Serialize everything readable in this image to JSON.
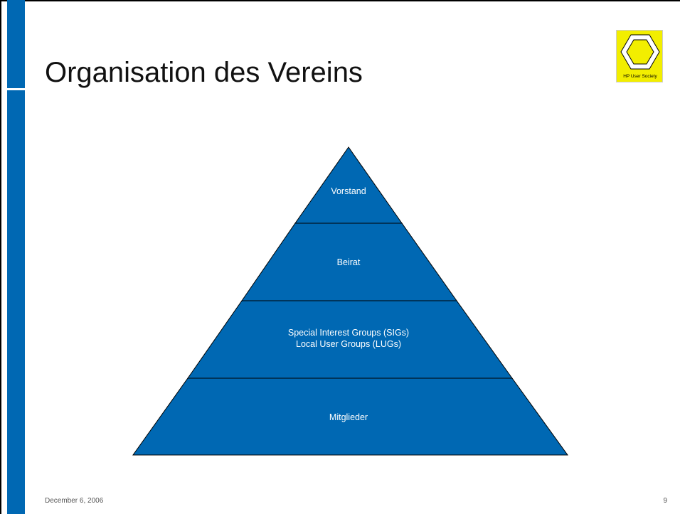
{
  "slide": {
    "title": "Organisation des Vereins",
    "date": "December 6, 2006",
    "page_number": "9"
  },
  "logo": {
    "icon": "hexagon-ring-icon",
    "caption": "HP User Society",
    "background_color": "#f2ee00"
  },
  "pyramid": {
    "fill_color": "#0068b3",
    "levels": [
      {
        "lines": [
          "Vorstand"
        ]
      },
      {
        "lines": [
          "Beirat"
        ]
      },
      {
        "lines": [
          "Special Interest Groups (SIGs)",
          "Local User Groups (LUGs)"
        ]
      },
      {
        "lines": [
          "Mitglieder"
        ]
      }
    ]
  },
  "colors": {
    "accent_bar": "#0068b3"
  }
}
